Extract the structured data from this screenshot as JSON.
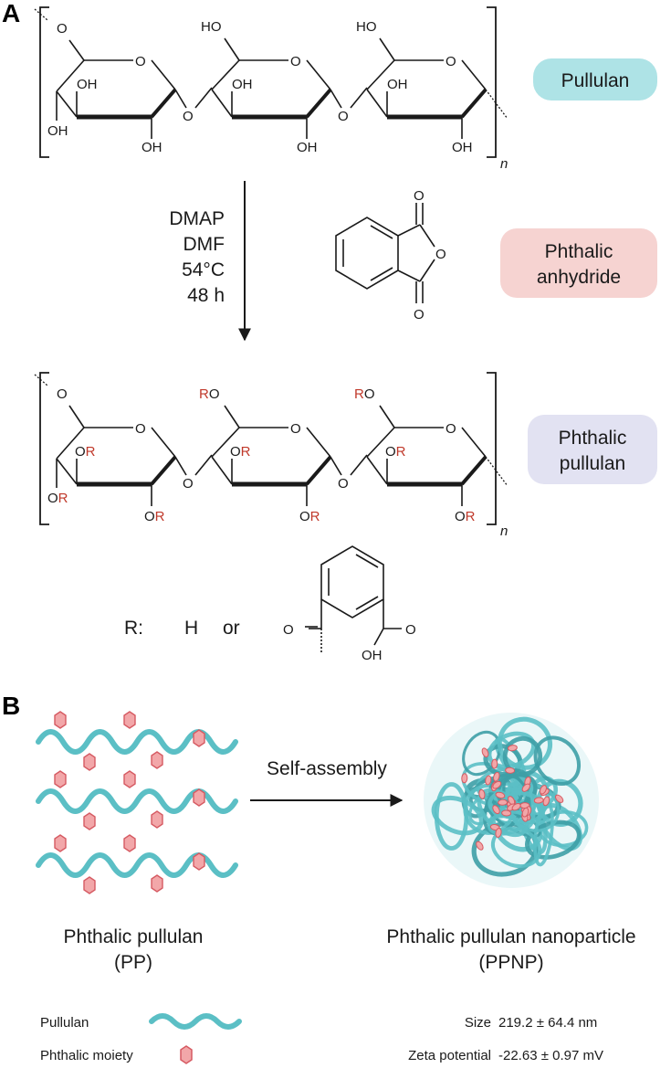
{
  "panels": {
    "a": "A",
    "b": "B"
  },
  "labels": {
    "pullulan": "Pullulan",
    "phthalic_anhydride_line1": "Phthalic",
    "phthalic_anhydride_line2": "anhydride",
    "phthalic_pullulan_line1": "Phthalic",
    "phthalic_pullulan_line2": "pullulan"
  },
  "conditions": [
    "DMAP",
    "DMF",
    "54°C",
    "48 h"
  ],
  "atoms": {
    "o": "O",
    "oh": "OH",
    "ho": "HO",
    "or_o": "O",
    "or_r": "R",
    "n": "n"
  },
  "r_group": {
    "r_label": "R:",
    "h": "H",
    "or": "or"
  },
  "panel_b": {
    "arrow_label": "Self-assembly",
    "pp_name": "Phthalic pullulan",
    "pp_abbr": "(PP)",
    "ppnp_name": "Phthalic pullulan nanoparticle",
    "ppnp_abbr": "(PPNP)"
  },
  "legend": {
    "pullulan": "Pullulan",
    "moiety": "Phthalic moiety"
  },
  "properties": {
    "size_label": "Size",
    "size_value": "219.2 ± 64.4 nm",
    "zeta_label": "Zeta potential",
    "zeta_value": "-22.63 ± 0.97 mV"
  },
  "colors": {
    "pullulan_chain": "#5bbfc5",
    "moiety_fill": "#f2a7a9",
    "moiety_stroke": "#d65a62",
    "pill_pullulan": "#aee3e6",
    "pill_anhydride": "#f6d3d1",
    "pill_phthalic_pullulan": "#e2e2f2",
    "r_red": "#c0392b"
  }
}
